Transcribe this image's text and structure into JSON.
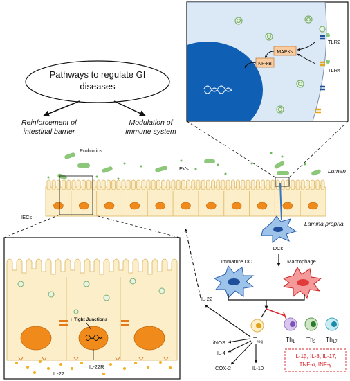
{
  "pathways": {
    "title_line1": "Pathways to regulate GI",
    "title_line2": "diseases",
    "left_line1": "Reinforcement of",
    "left_line2": "intestinal barrier",
    "right_line1": "Modulation of",
    "right_line2": "immune system"
  },
  "gut": {
    "probiotics": "Probiotics",
    "evs": "EVs",
    "lumen": "Lumen",
    "iecs": "IECs",
    "lamina_line1": "Lamina propria",
    "dcs": "DCs"
  },
  "cell_inset": {
    "tlr2": "TLR2",
    "tlr4": "TLR4",
    "mapks": "MAPKs",
    "nfkb": "NF-κB"
  },
  "epithelium_inset": {
    "tight_junctions": "↑ Tight Junctions",
    "il22": "IL-22",
    "il22r": "IL-22R"
  },
  "immune": {
    "immature_dc": "Immature DC",
    "macrophage": "Macrophage",
    "il22": "IL-22",
    "treg": "T",
    "treg_sub": "reg",
    "inos": "iNOS",
    "il4": "IL-4",
    "cox2": "COX-2",
    "il10": "IL-10",
    "th1": "Th",
    "th1_sub": "1",
    "th2": "Th",
    "th2_sub": "2",
    "th17": "Th",
    "th17_sub": "17",
    "cytokines_line1": "IL-1β, IL-8, IL-17,",
    "cytokines_line2": "TNF-α, INF-γ"
  },
  "colors": {
    "villus_fill": "#fbeec9",
    "villus_stroke": "#e2c17a",
    "nucleus": "#f08a1a",
    "probiotic": "#8dc77a",
    "ev_green": "#6fb85f",
    "dc_blue": "#3a74c4",
    "macrophage_red": "#e23b3b",
    "nucleus_blue": "#0f5fb5",
    "cytoplasm_blue": "#dbe9f6",
    "red_text": "#d6242a"
  }
}
